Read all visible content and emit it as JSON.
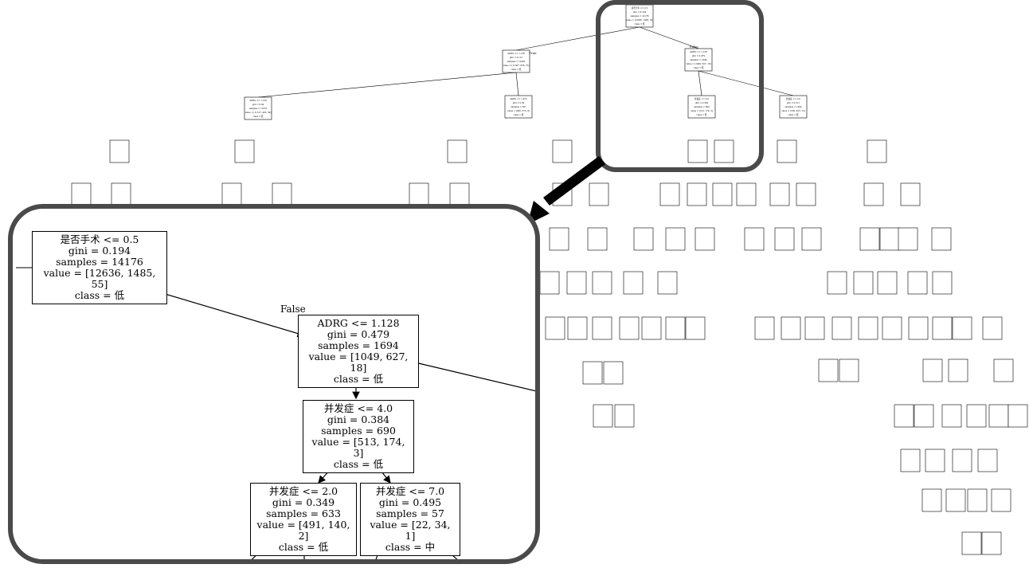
{
  "zoom": {
    "edge_label_false": "False",
    "nodes": [
      {
        "lines": [
          "是否手术 <= 0.5",
          "gini = 0.194",
          "samples = 14176",
          "value = [12636, 1485, 55]",
          "class = 低"
        ]
      },
      {
        "lines": [
          "ADRG <= 1.128",
          "gini = 0.479",
          "samples = 1694",
          "value = [1049, 627, 18]",
          "class = 低"
        ]
      },
      {
        "lines": [
          "并发症 <= 4.0",
          "gini = 0.384",
          "samples = 690",
          "value = [513, 174, 3]",
          "class = 低"
        ]
      },
      {
        "lines": [
          "并发症 <= 2.0",
          "gini = 0.349",
          "samples = 633",
          "value = [491, 140, 2]",
          "class = 低"
        ]
      },
      {
        "lines": [
          "并发症 <= 7.0",
          "gini = 0.495",
          "samples = 57",
          "value = [22, 34, 1]",
          "class = 中"
        ]
      }
    ]
  },
  "tree": {
    "edge_label_true": "True",
    "edge_label_false": "False",
    "nodes": [
      {
        "id": "root",
        "lines": [
          "是否手术 <= 0.5",
          "gini = 0.194",
          "samples = 14176",
          "value = [12636, 1485, 55]",
          "class = 低"
        ]
      },
      {
        "id": "L",
        "lines": [
          "ADRG <= 1.128",
          "gini = 0.115",
          "samples = 12482",
          "value = [11587, 858, 37]",
          "class = 低"
        ]
      },
      {
        "id": "R",
        "lines": [
          "ADRG <= 1.128",
          "gini = 0.479",
          "samples = 1694",
          "value = [1049, 627, 18]",
          "class = 低"
        ]
      },
      {
        "id": "LL",
        "lines": [
          "ADRG <= 1.128",
          "gini = 0.09",
          "samples = 11651",
          "value = [11127, 485, 39]",
          "class = 低"
        ]
      },
      {
        "id": "LR",
        "lines": [
          "ADRG <= 1.972",
          "gini = 0.39",
          "samples = 831",
          "value = [460, 373, 8]",
          "class = 低"
        ]
      },
      {
        "id": "RL",
        "lines": [
          "并发症 <= 4.0",
          "gini = 0.384",
          "samples = 690",
          "value = [513, 174, 3]",
          "class = 低"
        ]
      },
      {
        "id": "RR",
        "lines": [
          "并发症 <= 2.0",
          "gini = 0.511",
          "samples = 1004",
          "value = [536, 453, 15]",
          "class = 低"
        ]
      }
    ]
  }
}
